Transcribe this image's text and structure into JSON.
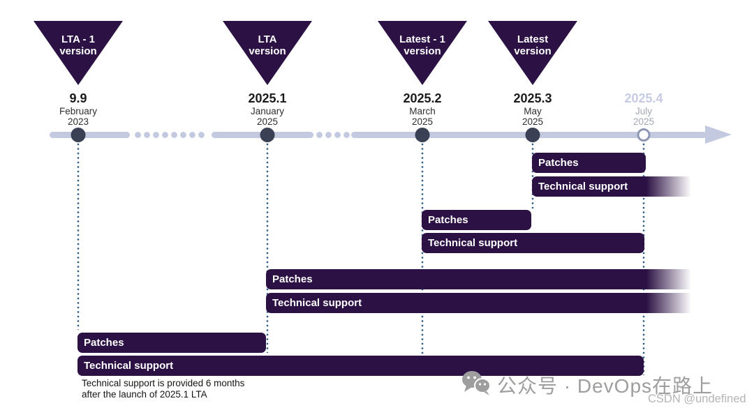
{
  "colors": {
    "bar_purple": "#2c1244",
    "triangle_purple": "#2c1244",
    "timeline_line": "#c3cadf",
    "marker_filled": "#3a4154",
    "marker_open_border": "#8d96b3",
    "guide_dotted": "#2f5d85",
    "date_primary": "#1b1b1b",
    "date_secondary": "#2e2e2e",
    "future_primary": "#c5cbe2",
    "future_secondary": "#a2a7b4",
    "watermark_gray": "#9e9e9e"
  },
  "milestones": [
    {
      "label_line1": "LTA - 1",
      "label_line2": "version",
      "version": "9.9",
      "month": "February",
      "year": "2023",
      "future": false
    },
    {
      "label_line1": "LTA",
      "label_line2": "version",
      "version": "2025.1",
      "month": "January",
      "year": "2025",
      "future": false
    },
    {
      "label_line1": "Latest - 1",
      "label_line2": "version",
      "version": "2025.2",
      "month": "March",
      "year": "2025",
      "future": false
    },
    {
      "label_line1": "Latest",
      "label_line2": "version",
      "version": "2025.3",
      "month": "May",
      "year": "2025",
      "future": false
    },
    {
      "version": "2025.4",
      "month": "July",
      "year": "2025",
      "future": true
    }
  ],
  "support_bars": [
    {
      "version": "2025.3",
      "label": "Patches",
      "from": "2025.3",
      "fades_out": false
    },
    {
      "version": "2025.3",
      "label": "Technical support",
      "from": "2025.3",
      "fades_out": true
    },
    {
      "version": "2025.2",
      "label": "Patches",
      "from": "2025.2",
      "to": "2025.3",
      "fades_out": false
    },
    {
      "version": "2025.2",
      "label": "Technical support",
      "from": "2025.2",
      "to": "2025.4",
      "fades_out": false
    },
    {
      "version": "2025.1",
      "label": "Patches",
      "from": "2025.1",
      "fades_out": true
    },
    {
      "version": "2025.1",
      "label": "Technical support",
      "from": "2025.1",
      "fades_out": true
    },
    {
      "version": "9.9",
      "label": "Patches",
      "from": "9.9",
      "to": "2025.1",
      "fades_out": false
    },
    {
      "version": "9.9",
      "label": "Technical support",
      "from": "9.9",
      "to": "2025.4",
      "fades_out": false
    }
  ],
  "footnote": {
    "line1": "Technical support is provided 6 months",
    "line2": "after the launch of 2025.1 LTA"
  },
  "watermark": {
    "wechat_text": "公众号 · DevOps在路上",
    "csdn_text": "CSDN @undefined"
  }
}
